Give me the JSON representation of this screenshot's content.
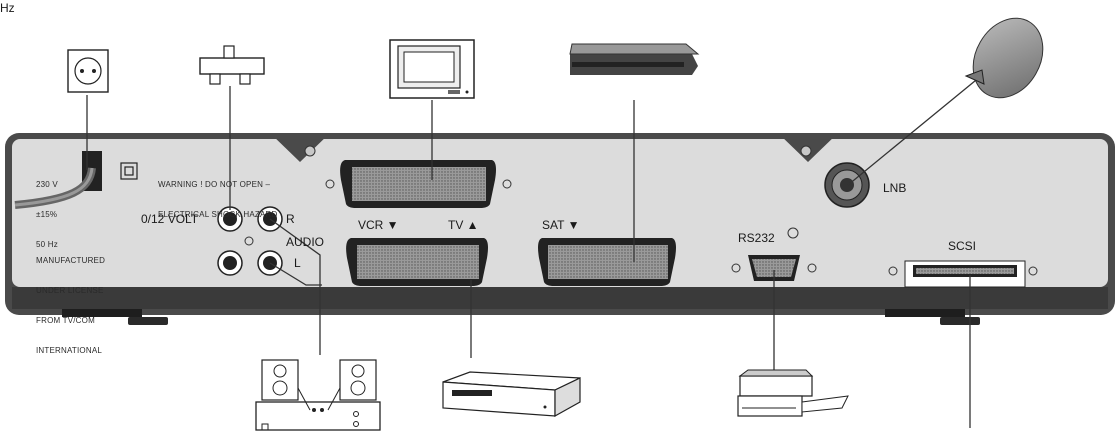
{
  "top_cut_text": "Hz",
  "panel": {
    "voltage_lines": [
      "230 V",
      "±15%",
      "50 Hz"
    ],
    "warning_lines": [
      "WARNING ! DO NOT OPEN –",
      "ELECTRICAL SHOCK HAZARD"
    ],
    "license_lines": [
      "MANUFACTURED",
      "UNDER LICENSE",
      "FROM TV/COM",
      "INTERNATIONAL"
    ],
    "volt_label": "0/12 VOLT",
    "audio_label": "AUDIO",
    "r_label": "R",
    "l_label": "L",
    "vcr_label": "VCR ▼",
    "tv_label": "TV ▲",
    "sat_label": "SAT ▼",
    "rs232_label": "RS232",
    "scsi_label": "SCSI",
    "lnb_label": "LNB"
  },
  "devices": {
    "mains_socket": "mains-socket-icon",
    "dc_plug": "dc-plug-icon",
    "tv_set": "tv-set-icon",
    "satellite_receiver": "satellite-receiver-icon",
    "satellite_dish": "satellite-dish-icon",
    "stereo_system": "stereo-system-icon",
    "vcr": "vcr-icon",
    "printer": "printer-icon"
  }
}
